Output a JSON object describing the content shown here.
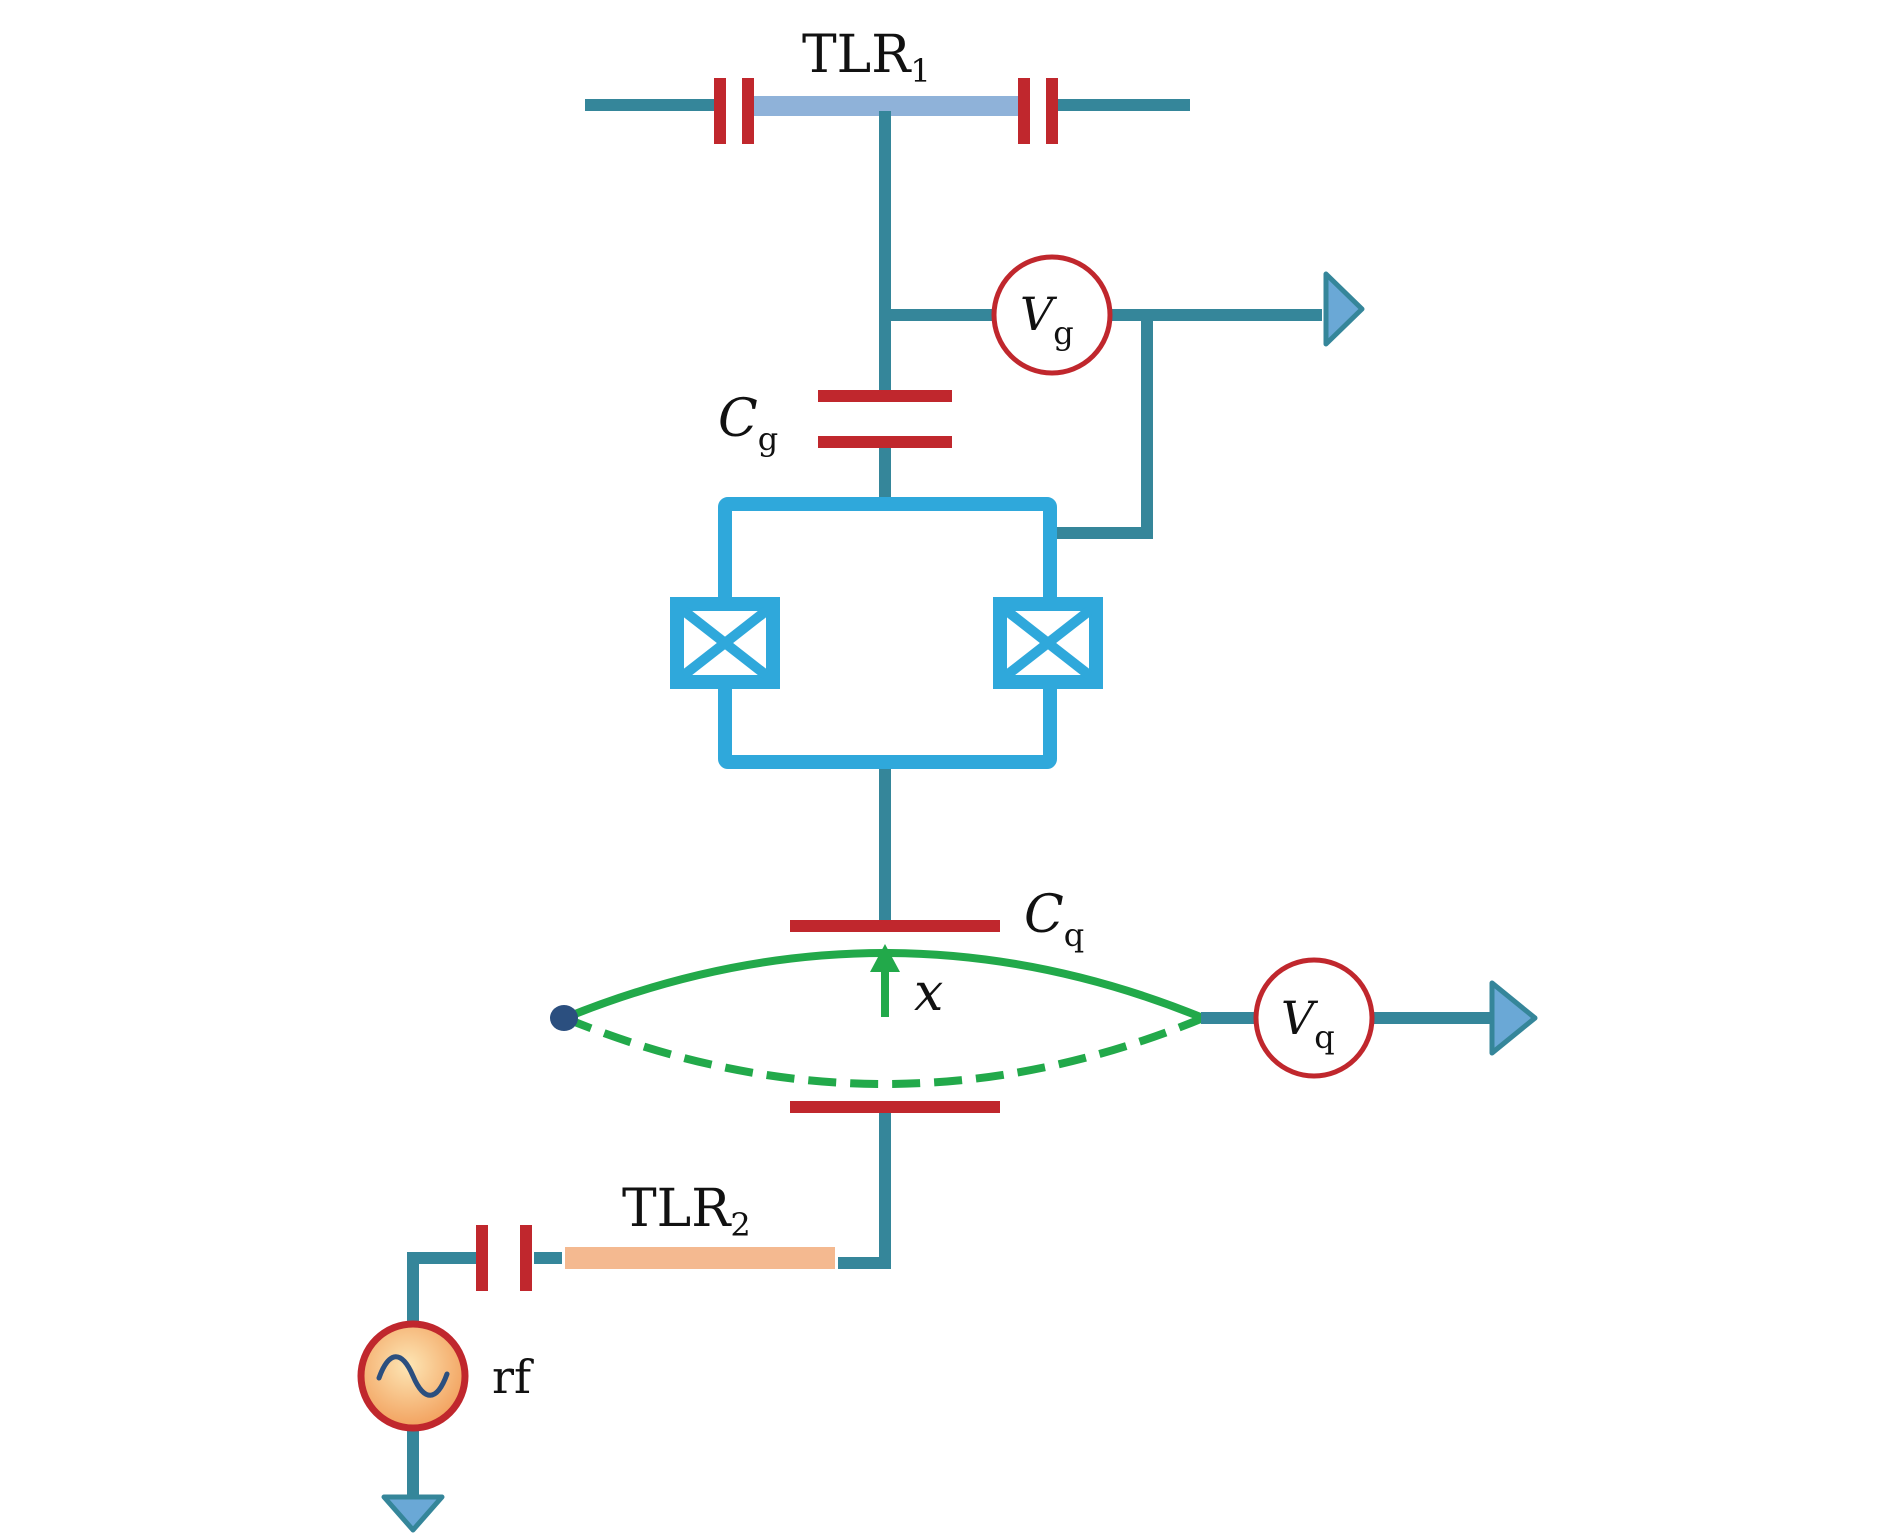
{
  "labels": {
    "tlr1_main": "TLR",
    "tlr1_sub": "1",
    "tlr2_main": "TLR",
    "tlr2_sub": "2",
    "cg_main": "C",
    "cg_sub": "g",
    "cq_main": "C",
    "cq_sub": "q",
    "vg_main": "V",
    "vg_sub": "g",
    "vq_main": "V",
    "vq_sub": "q",
    "x": "x",
    "rf": "rf"
  },
  "colors": {
    "wire": "#35869a",
    "capacitor": "#c0272d",
    "squid": "#2fa8db",
    "beam": "#22a94a",
    "tlr1": "#8fb2d9",
    "tlr2": "#f4b990",
    "arrow_fill": "#6aa8d6",
    "node": "#2b4f7f"
  },
  "icons": {
    "ground_arrow": "triangle-arrow-icon",
    "ac_source": "sine-wave-icon",
    "junction": "josephson-junction-icon"
  }
}
